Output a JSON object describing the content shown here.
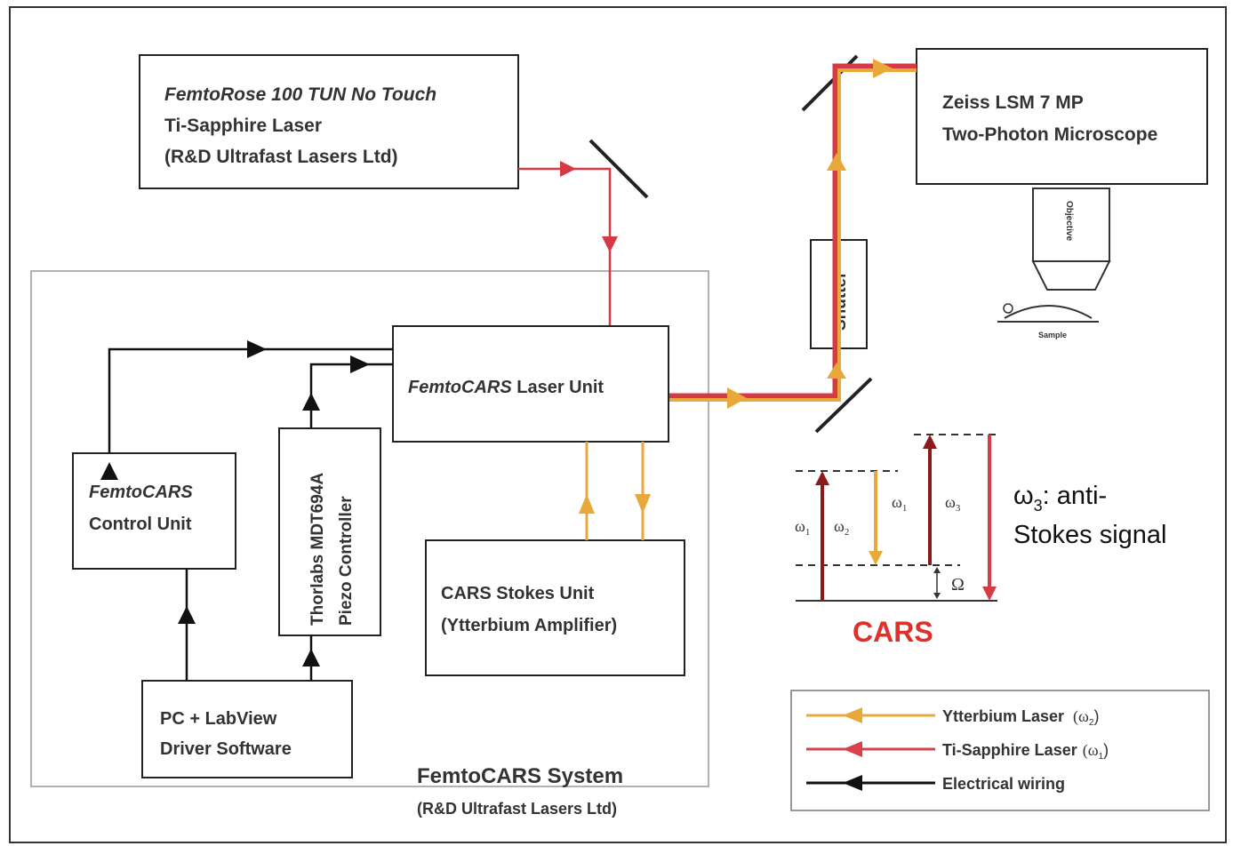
{
  "laser_box": {
    "line1": "FemtoRose 100 TUN No Touch",
    "line2": "Ti-Sapphire Laser",
    "line3": "(R&D Ultrafast Lasers Ltd)"
  },
  "microscope_box": {
    "line1": "Zeiss LSM 7 MP",
    "line2": "Two-Photon Microscope"
  },
  "objective_label": "Objective",
  "sample_label": "Sample",
  "shutter_label": "Shutter",
  "laser_unit": {
    "name_italic": "FemtoCARS",
    "name_rest": " Laser Unit"
  },
  "control_unit": {
    "line1": "FemtoCARS",
    "line2": "Control Unit"
  },
  "piezo": {
    "line1": "Thorlabs MDT694A",
    "line2": "Piezo Controller"
  },
  "stokes_unit": {
    "line1": "CARS Stokes Unit",
    "line2": "(Ytterbium Amplifier)"
  },
  "pc_box": {
    "line1": "PC + LabView",
    "line2": "Driver Software"
  },
  "system_label": {
    "line1": "FemtoCARS System",
    "line2": "(R&D Ultrafast Lasers Ltd)"
  },
  "energy_diagram": {
    "w1": "ω",
    "w1_sub": "1",
    "w2": "ω",
    "w2_sub": "2",
    "w3": "ω",
    "w3_sub": "3",
    "omega": "Ω",
    "title": "CARS"
  },
  "annotation": {
    "symbol": "ω",
    "sub": "3",
    "text1": ": anti-",
    "text2": "Stokes signal"
  },
  "legend": {
    "items": [
      {
        "label": "Ytterbium Laser",
        "sym": "(ω",
        "sub": "2",
        "close": ")",
        "color": "#e8a83a"
      },
      {
        "label": "Ti-Sapphire Laser",
        "sym": "(ω",
        "sub": "1",
        "close": ")",
        "color": "#d9404a"
      },
      {
        "label": "Electrical wiring",
        "sym": "",
        "sub": "",
        "close": "",
        "color": "#111111"
      }
    ]
  },
  "colors": {
    "red": "#d63a45",
    "orange": "#e8a83a",
    "dark_red": "#8b1a1a",
    "black": "#111111"
  }
}
